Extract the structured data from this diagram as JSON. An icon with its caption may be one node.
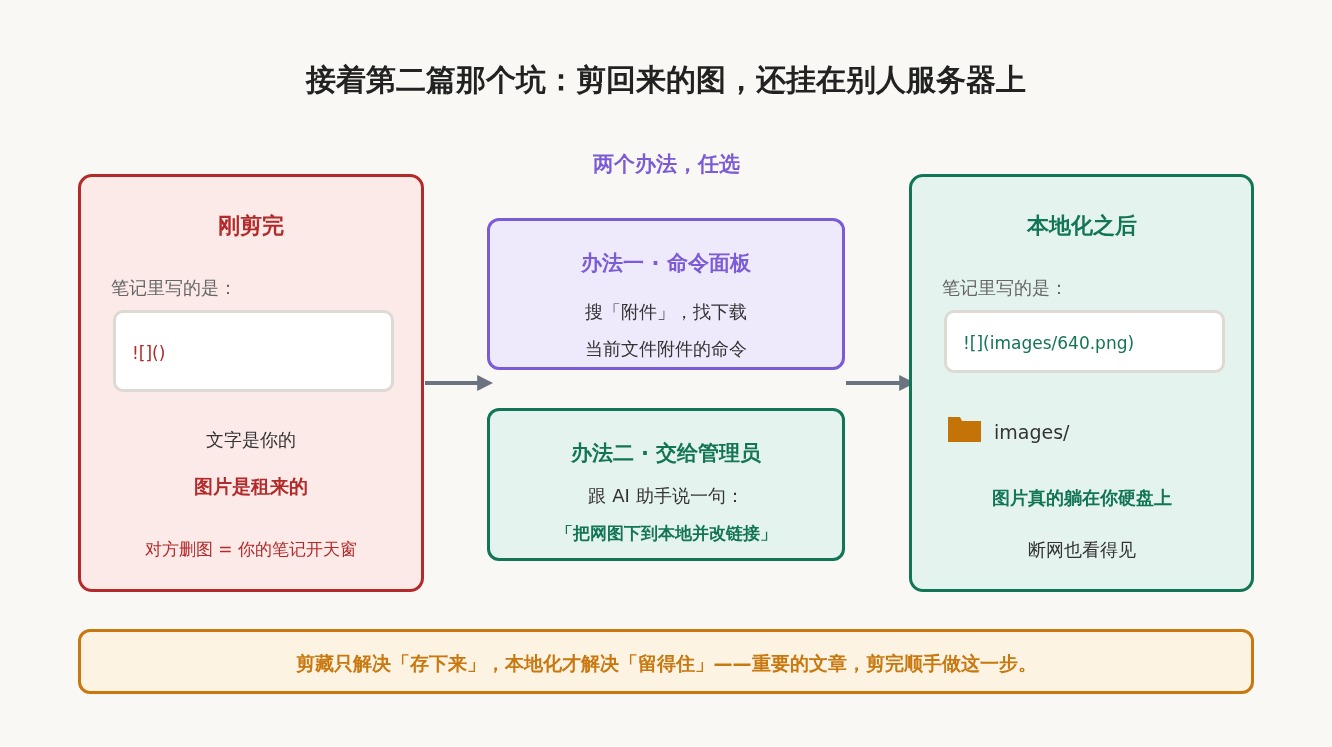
{
  "diagram": {
    "title": "接着第二篇那个坑：剪回来的图，还挂在别人服务器上",
    "nodes": [
      {
        "text": [
          "刚剪完",
          "笔记里写的是：",
          "文字是你的",
          "图片是租来的",
          "对方删图 = 你的笔记开天窗"
        ]
      },
      {
        "text": [
          "![]()"
        ],
        "in": 0
      },
      {
        "text": [
          "办法一 · 命令面板",
          "搜「附件」，找下载当前文件附件的命令"
        ]
      },
      {
        "text": [
          "办法二 · 交给管理员",
          "跟 AI 助手说一句：",
          "「把网图下到本地并改链接」"
        ]
      },
      {
        "text": [
          "本地化之后",
          "笔记里写的是：",
          "images/",
          "图片真的躺在你硬盘上",
          "断网也看得见"
        ]
      },
      {
        "text": [
          "![](images/640.png)"
        ],
        "in": 4
      },
      {
        "text": [
          "剪藏只解决「存下来」，本地化才解决「留得住」——重要的文章，剪完顺手做这一步。"
        ]
      }
    ],
    "edges": [
      {
        "from": 0,
        "to": 2,
        "arrow": "to"
      },
      {
        "from": 2,
        "to": 4,
        "arrow": "to"
      }
    ],
    "labels": [
      "两个办法，任选"
    ]
  }
}
